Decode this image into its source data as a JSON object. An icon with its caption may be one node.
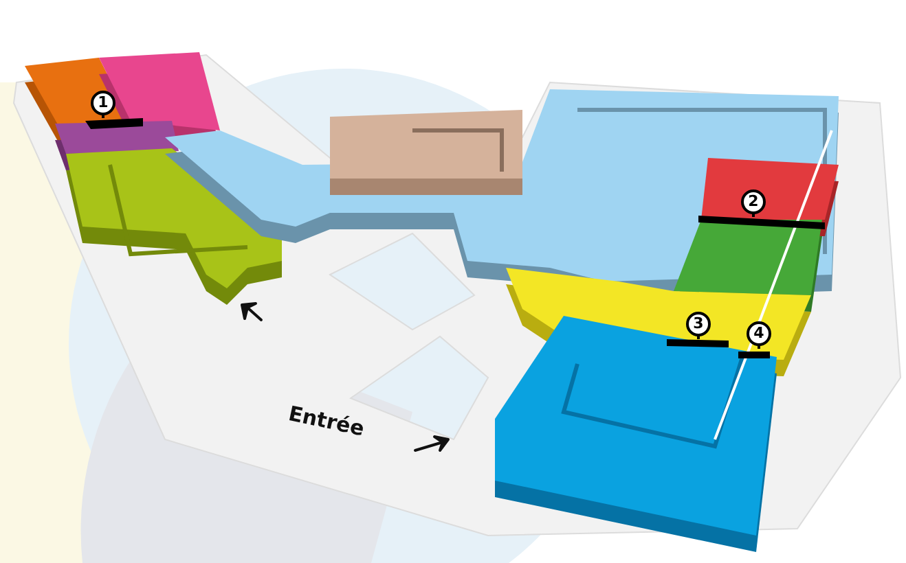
{
  "diagram": {
    "labels": [
      "1",
      "2",
      "3",
      "4",
      "Entrée"
    ]
  }
}
